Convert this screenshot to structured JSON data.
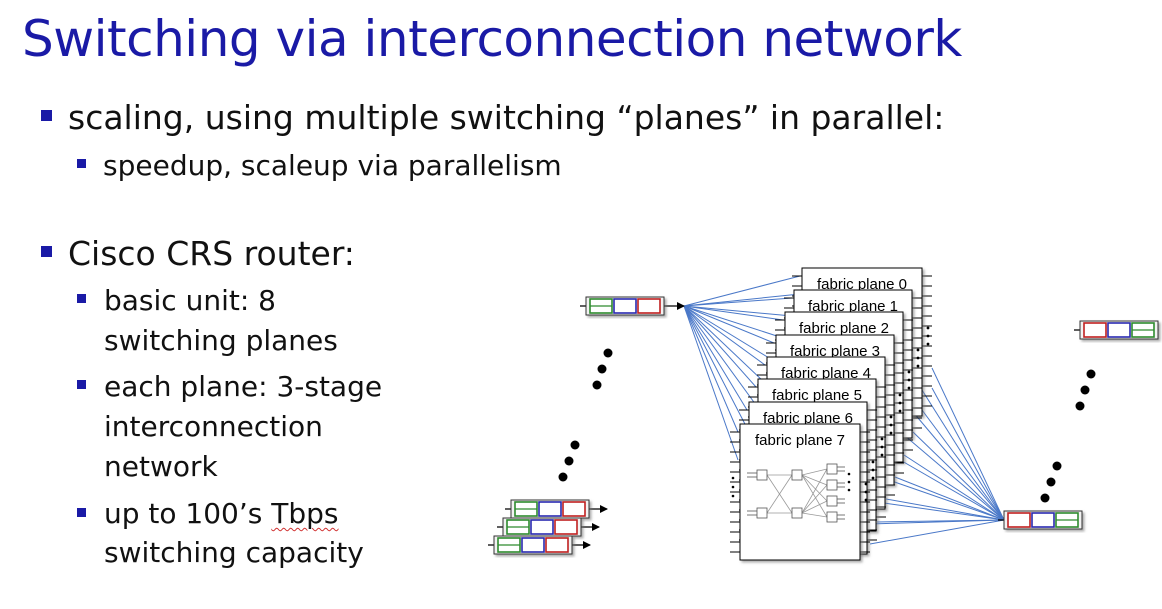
{
  "slide": {
    "title": "Switching via interconnection network",
    "bullets": [
      {
        "text": "scaling, using multiple switching “planes” in parallel:",
        "level": 1
      },
      {
        "text": "speedup, scaleup via parallelism",
        "level": 2
      },
      {
        "text": "Cisco CRS router:",
        "level": 1
      },
      {
        "lines": [
          "basic unit: 8",
          "switching planes"
        ],
        "level": 2
      },
      {
        "lines": [
          "each plane: 3-stage",
          "interconnection",
          "network"
        ],
        "level": 2
      },
      {
        "lines": [
          "up to 100’s ",
          "switching capacity"
        ],
        "emphasis": "Tbps",
        "level": 2
      }
    ]
  },
  "diagram": {
    "planes": [
      "fabric plane 0",
      "fabric plane 1",
      "fabric plane 2",
      "fabric plane 3",
      "fabric plane 4",
      "fabric plane 5",
      "fabric plane 6",
      "fabric plane 7"
    ],
    "colors": {
      "title": "#1a1aa6",
      "bullet": "#1a1aa6",
      "link": "#4a78c8",
      "queue_green": "#2e8b2e",
      "queue_blue": "#2a2ab0",
      "queue_red": "#c02020"
    }
  }
}
